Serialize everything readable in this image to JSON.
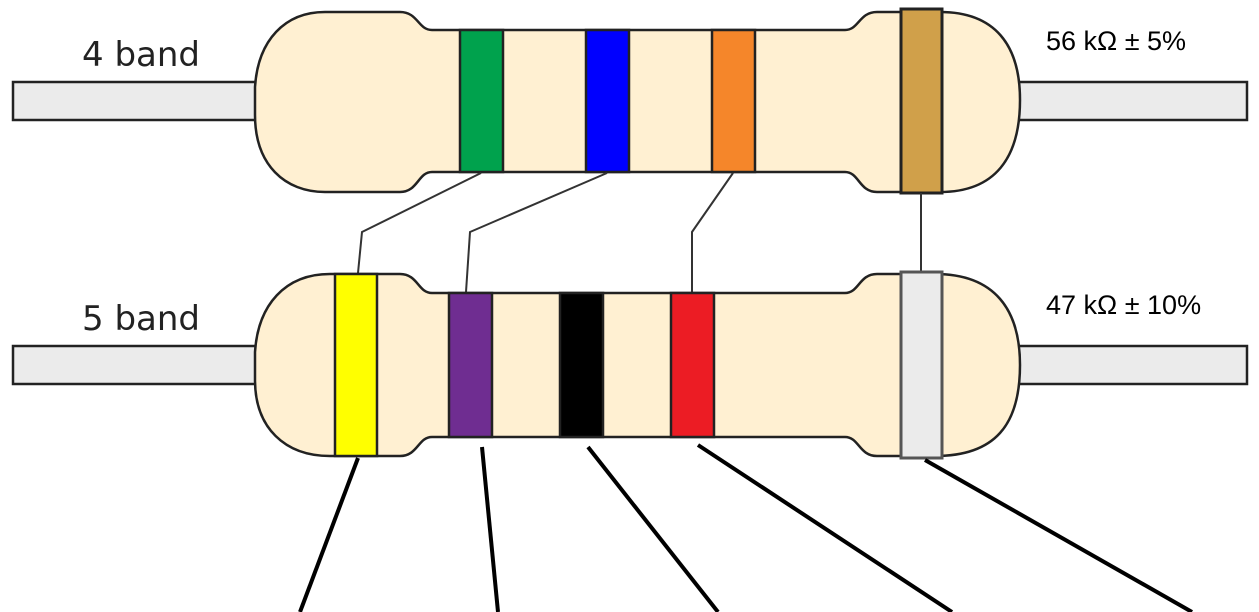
{
  "four_band": {
    "label": "4 band",
    "value": "56 kΩ ± 5%",
    "bands": [
      {
        "color_name": "green",
        "hex": "#00A24D"
      },
      {
        "color_name": "blue",
        "hex": "#0000FF"
      },
      {
        "color_name": "orange",
        "hex": "#F5862A"
      },
      {
        "color_name": "gold",
        "hex": "#D0A04A"
      }
    ]
  },
  "five_band": {
    "label": "5 band",
    "value": "47 kΩ ± 10%",
    "bands": [
      {
        "color_name": "yellow",
        "hex": "#FFFF00"
      },
      {
        "color_name": "violet",
        "hex": "#6F2D91"
      },
      {
        "color_name": "black",
        "hex": "#000000"
      },
      {
        "color_name": "red",
        "hex": "#EC1C24"
      },
      {
        "color_name": "silver",
        "hex": "#EBEBEB"
      }
    ]
  },
  "colors": {
    "body": "#FFF0D2",
    "lead": "#EBEBEB",
    "outline": "#222222"
  }
}
